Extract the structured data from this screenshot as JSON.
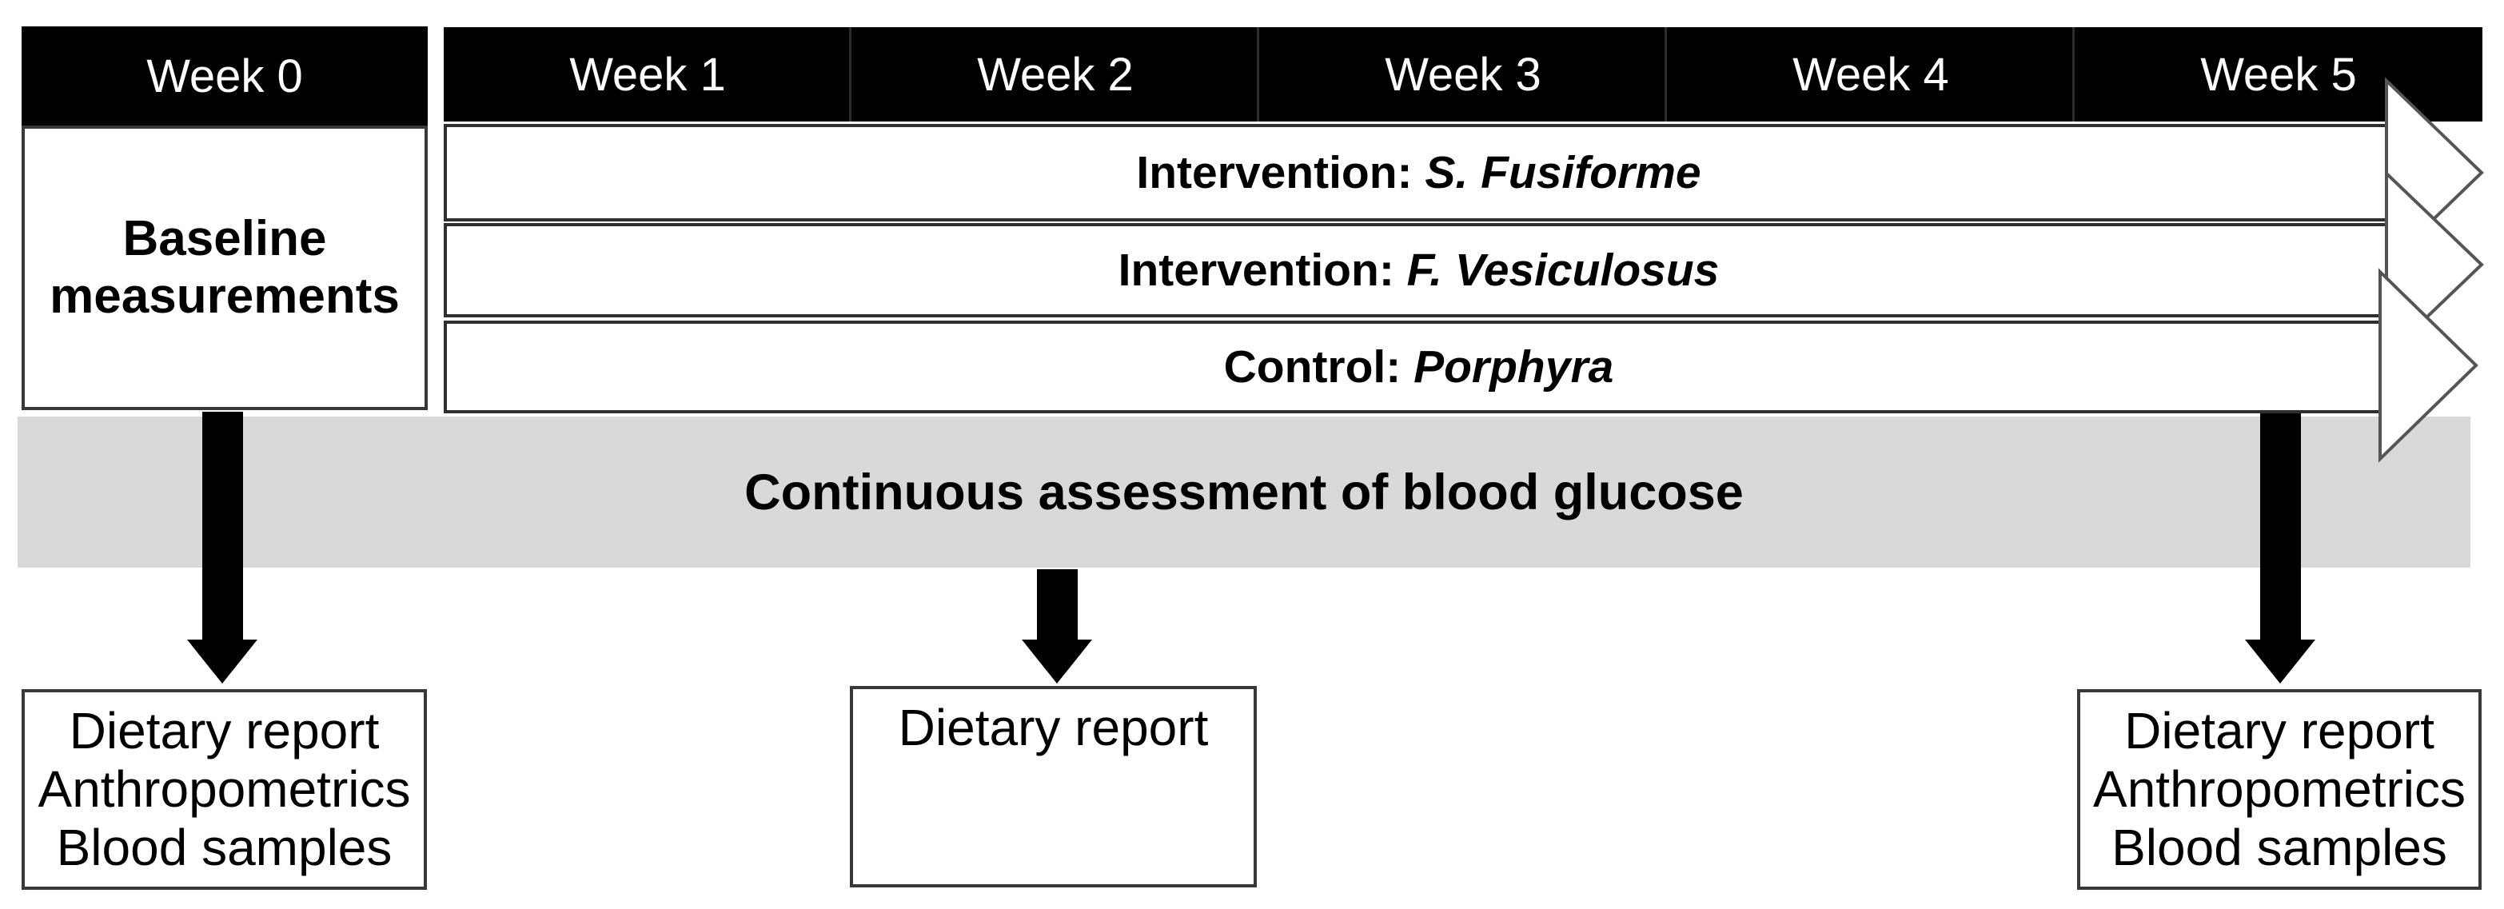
{
  "colors": {
    "bar_black": "#000000",
    "band_gray": "#d9d9d9",
    "box_border": "#383838",
    "chevron_outline": "#555555"
  },
  "timeline": {
    "week0": "Week 0",
    "weeks": [
      "Week 1",
      "Week 2",
      "Week 3",
      "Week 4",
      "Week 5"
    ]
  },
  "baseline_box": {
    "label": "Baseline measurements"
  },
  "study_arms": [
    {
      "prefix": "Intervention:",
      "name": "S. Fusiforme"
    },
    {
      "prefix": "Intervention:",
      "name": "F. Vesiculosus"
    },
    {
      "prefix": "Control:",
      "name": "Porphyra"
    }
  ],
  "assessment_band": {
    "label": "Continuous assessment of blood glucose"
  },
  "measurement_boxes": [
    {
      "lines": [
        "Dietary report",
        "Anthropometrics",
        "Blood samples"
      ]
    },
    {
      "lines": [
        "Dietary report"
      ]
    },
    {
      "lines": [
        "Dietary report",
        "Anthropometrics",
        "Blood samples"
      ]
    }
  ]
}
